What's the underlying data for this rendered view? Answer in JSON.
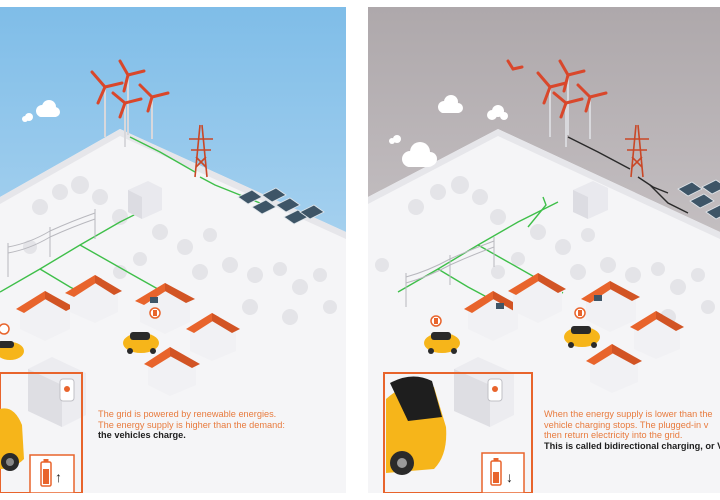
{
  "panels": [
    {
      "name": "grid-powered-panel",
      "sky_color": "#8ec5ea",
      "caption": {
        "line1": "The grid is powered by renewable energies.",
        "line2": "The energy supply is higher than the demand:",
        "line3": "the vehicles charge."
      },
      "battery_arrow": "↑",
      "battery_icon": "battery-charging-icon"
    },
    {
      "name": "bidirectional-panel",
      "sky_color": "#b8b3b5",
      "caption": {
        "line1": "When the energy supply is lower than the",
        "line2": "vehicle charging stops. The plugged-in v",
        "line3": "then return electricity into the grid.",
        "line4": "This is called bidirectional charging, or V"
      },
      "battery_arrow": "↓",
      "battery_icon": "battery-discharging-icon"
    }
  ],
  "colors": {
    "accent_orange": "#e8642c",
    "car_yellow": "#f6b51a",
    "power_line_green": "#3fbf4a",
    "power_line_black": "#2a2a2a",
    "ground": "#f6f6f8"
  }
}
